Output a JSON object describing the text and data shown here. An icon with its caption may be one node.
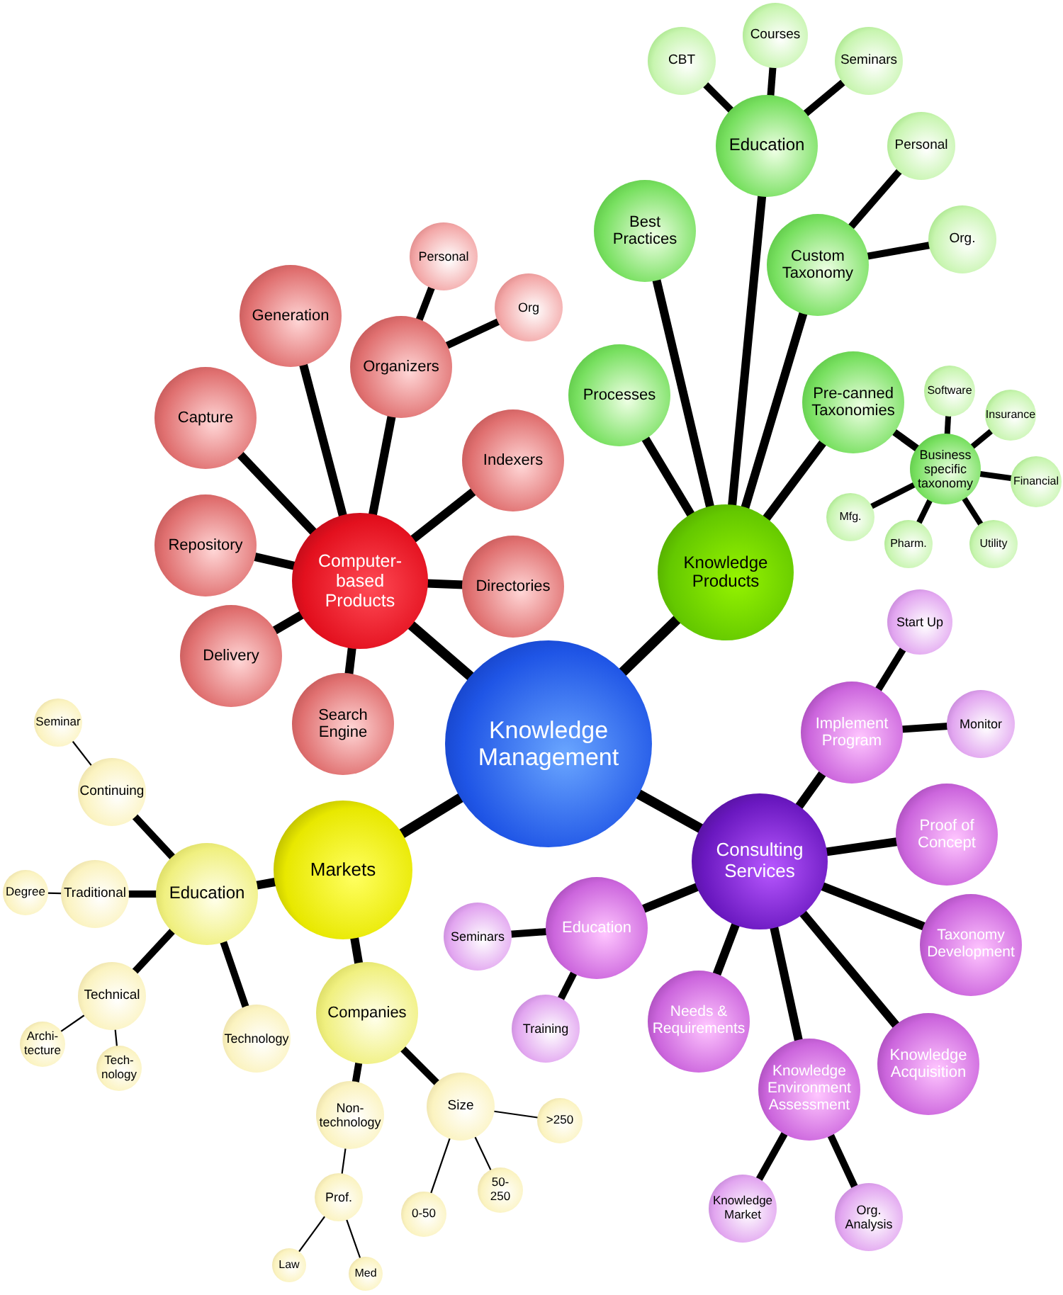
{
  "diagram": {
    "nodes": [
      {
        "text": [
          "Knowledge Management"
        ]
      },
      {
        "text": [
          "Computer-based Products"
        ]
      },
      {
        "text": [
          "Generation"
        ]
      },
      {
        "text": [
          "Organizers"
        ]
      },
      {
        "text": [
          "Personal"
        ]
      },
      {
        "text": [
          "Org"
        ]
      },
      {
        "text": [
          "Capture"
        ]
      },
      {
        "text": [
          "Indexers"
        ]
      },
      {
        "text": [
          "Repository"
        ]
      },
      {
        "text": [
          "Directories"
        ]
      },
      {
        "text": [
          "Delivery"
        ]
      },
      {
        "text": [
          "Search Engine"
        ]
      },
      {
        "text": [
          "Knowledge Products"
        ]
      },
      {
        "text": [
          "Education"
        ]
      },
      {
        "text": [
          "CBT"
        ]
      },
      {
        "text": [
          "Courses"
        ]
      },
      {
        "text": [
          "Seminars"
        ]
      },
      {
        "text": [
          "Best Practices"
        ]
      },
      {
        "text": [
          "Custom Taxonomy"
        ]
      },
      {
        "text": [
          "Personal"
        ]
      },
      {
        "text": [
          "Org."
        ]
      },
      {
        "text": [
          "Processes"
        ]
      },
      {
        "text": [
          "Pre-canned Taxonomies"
        ]
      },
      {
        "text": [
          "Business specific taxonomy"
        ]
      },
      {
        "text": [
          "Software"
        ]
      },
      {
        "text": [
          "Insurance"
        ]
      },
      {
        "text": [
          "Financial"
        ]
      },
      {
        "text": [
          "Mfg."
        ]
      },
      {
        "text": [
          "Pharm."
        ]
      },
      {
        "text": [
          "Utility"
        ]
      },
      {
        "text": [
          "Consulting Services"
        ]
      },
      {
        "text": [
          "Implement Program"
        ]
      },
      {
        "text": [
          "Start Up"
        ]
      },
      {
        "text": [
          "Monitor"
        ]
      },
      {
        "text": [
          "Proof of Concept"
        ]
      },
      {
        "text": [
          "Taxonomy Development"
        ]
      },
      {
        "text": [
          "Education"
        ]
      },
      {
        "text": [
          "Seminars"
        ]
      },
      {
        "text": [
          "Training"
        ]
      },
      {
        "text": [
          "Needs & Requirements"
        ]
      },
      {
        "text": [
          "Knowledge Environment Assessment"
        ]
      },
      {
        "text": [
          "Knowledge Market"
        ]
      },
      {
        "text": [
          "Org. Analysis"
        ]
      },
      {
        "text": [
          "Knowledge Acquisition"
        ]
      },
      {
        "text": [
          "Markets"
        ]
      },
      {
        "text": [
          "Education"
        ]
      },
      {
        "text": [
          "Continuing"
        ]
      },
      {
        "text": [
          "Seminar"
        ]
      },
      {
        "text": [
          "Traditional"
        ]
      },
      {
        "text": [
          "Degree"
        ]
      },
      {
        "text": [
          "Technical"
        ]
      },
      {
        "text": [
          "Archi-tecture"
        ]
      },
      {
        "text": [
          "Tech-nology"
        ]
      },
      {
        "text": [
          "Technology"
        ]
      },
      {
        "text": [
          "Companies"
        ]
      },
      {
        "text": [
          "Non-technology"
        ]
      },
      {
        "text": [
          "Prof."
        ]
      },
      {
        "text": [
          "Law"
        ]
      },
      {
        "text": [
          "Med"
        ]
      },
      {
        "text": [
          "Size"
        ]
      },
      {
        "text": [
          ">250"
        ]
      },
      {
        "text": [
          "50-250"
        ]
      },
      {
        "text": [
          "0-50"
        ]
      }
    ],
    "edges": [
      {
        "from": 0,
        "to": 1,
        "arrow": "none"
      },
      {
        "from": 1,
        "to": 2,
        "arrow": "none"
      },
      {
        "from": 1,
        "to": 3,
        "arrow": "none"
      },
      {
        "from": 3,
        "to": 4,
        "arrow": "none"
      },
      {
        "from": 3,
        "to": 5,
        "arrow": "none"
      },
      {
        "from": 1,
        "to": 6,
        "arrow": "none"
      },
      {
        "from": 1,
        "to": 7,
        "arrow": "none"
      },
      {
        "from": 1,
        "to": 8,
        "arrow": "none"
      },
      {
        "from": 1,
        "to": 9,
        "arrow": "none"
      },
      {
        "from": 1,
        "to": 10,
        "arrow": "none"
      },
      {
        "from": 1,
        "to": 11,
        "arrow": "none"
      },
      {
        "from": 0,
        "to": 12,
        "arrow": "none"
      },
      {
        "from": 12,
        "to": 13,
        "arrow": "none"
      },
      {
        "from": 13,
        "to": 14,
        "arrow": "none"
      },
      {
        "from": 13,
        "to": 15,
        "arrow": "none"
      },
      {
        "from": 13,
        "to": 16,
        "arrow": "none"
      },
      {
        "from": 12,
        "to": 17,
        "arrow": "none"
      },
      {
        "from": 12,
        "to": 18,
        "arrow": "none"
      },
      {
        "from": 18,
        "to": 19,
        "arrow": "none"
      },
      {
        "from": 18,
        "to": 20,
        "arrow": "none"
      },
      {
        "from": 12,
        "to": 21,
        "arrow": "none"
      },
      {
        "from": 12,
        "to": 22,
        "arrow": "none"
      },
      {
        "from": 22,
        "to": 23,
        "arrow": "none"
      },
      {
        "from": 23,
        "to": 24,
        "arrow": "none"
      },
      {
        "from": 23,
        "to": 25,
        "arrow": "none"
      },
      {
        "from": 23,
        "to": 26,
        "arrow": "none"
      },
      {
        "from": 23,
        "to": 27,
        "arrow": "none"
      },
      {
        "from": 23,
        "to": 28,
        "arrow": "none"
      },
      {
        "from": 23,
        "to": 29,
        "arrow": "none"
      },
      {
        "from": 0,
        "to": 30,
        "arrow": "none"
      },
      {
        "from": 30,
        "to": 31,
        "arrow": "none"
      },
      {
        "from": 31,
        "to": 32,
        "arrow": "none"
      },
      {
        "from": 31,
        "to": 33,
        "arrow": "none"
      },
      {
        "from": 30,
        "to": 34,
        "arrow": "none"
      },
      {
        "from": 30,
        "to": 35,
        "arrow": "none"
      },
      {
        "from": 30,
        "to": 36,
        "arrow": "none"
      },
      {
        "from": 36,
        "to": 37,
        "arrow": "none"
      },
      {
        "from": 36,
        "to": 38,
        "arrow": "none"
      },
      {
        "from": 30,
        "to": 39,
        "arrow": "none"
      },
      {
        "from": 30,
        "to": 40,
        "arrow": "none"
      },
      {
        "from": 40,
        "to": 41,
        "arrow": "none"
      },
      {
        "from": 40,
        "to": 42,
        "arrow": "none"
      },
      {
        "from": 30,
        "to": 43,
        "arrow": "none"
      },
      {
        "from": 0,
        "to": 44,
        "arrow": "none"
      },
      {
        "from": 44,
        "to": 45,
        "arrow": "none"
      },
      {
        "from": 45,
        "to": 46,
        "arrow": "none"
      },
      {
        "from": 46,
        "to": 47,
        "arrow": "none"
      },
      {
        "from": 45,
        "to": 48,
        "arrow": "none"
      },
      {
        "from": 48,
        "to": 49,
        "arrow": "none"
      },
      {
        "from": 45,
        "to": 50,
        "arrow": "none"
      },
      {
        "from": 50,
        "to": 51,
        "arrow": "none"
      },
      {
        "from": 50,
        "to": 52,
        "arrow": "none"
      },
      {
        "from": 45,
        "to": 53,
        "arrow": "none"
      },
      {
        "from": 44,
        "to": 54,
        "arrow": "none"
      },
      {
        "from": 54,
        "to": 55,
        "arrow": "none"
      },
      {
        "from": 55,
        "to": 56,
        "arrow": "none"
      },
      {
        "from": 56,
        "to": 57,
        "arrow": "none"
      },
      {
        "from": 56,
        "to": 58,
        "arrow": "none"
      },
      {
        "from": 54,
        "to": 59,
        "arrow": "none"
      },
      {
        "from": 59,
        "to": 60,
        "arrow": "none"
      },
      {
        "from": 59,
        "to": 61,
        "arrow": "none"
      },
      {
        "from": 59,
        "to": 62,
        "arrow": "none"
      }
    ]
  }
}
